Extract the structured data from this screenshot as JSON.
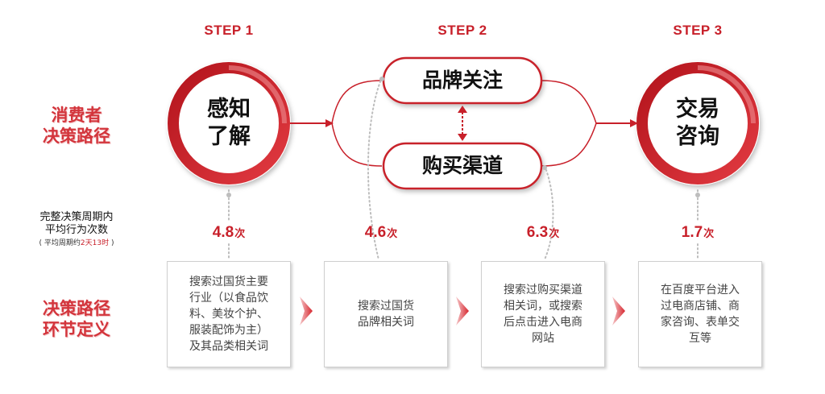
{
  "steps": [
    {
      "label": "STEP 1",
      "circle_lines": [
        "感知",
        "了解"
      ]
    },
    {
      "label": "STEP 2",
      "pill_top": "品牌关注",
      "pill_bottom": "购买渠道"
    },
    {
      "label": "STEP 3",
      "circle_lines": [
        "交易",
        "咨询"
      ]
    }
  ],
  "side_labels": {
    "path_title": [
      "消费者",
      "决策路径"
    ],
    "definition_title": [
      "决策路径",
      "环节定义"
    ]
  },
  "frequency": {
    "line1": "完整决策周期内",
    "line2": "平均行为次数",
    "note_prefix": "( 平均周期约",
    "note_highlight": "2天13时",
    "note_suffix": " )"
  },
  "counts": [
    {
      "value": "4.8",
      "unit": "次"
    },
    {
      "value": "4.6",
      "unit": "次"
    },
    {
      "value": "6.3",
      "unit": "次"
    },
    {
      "value": "1.7",
      "unit": "次"
    }
  ],
  "definitions": [
    "搜索过国货主要\n行业（以食品饮\n料、美妆个护、\n服装配饰为主）\n及其品类相关词",
    "搜索过国货\n品牌相关词",
    "搜索过购买渠道\n相关词，或搜索\n后点击进入电商\n网站",
    "在百度平台进入\n过电商店铺、商\n家咨询、表单交\n互等"
  ],
  "colors": {
    "accent": "#c8202a",
    "ring_light": "#e96a6f",
    "gray_dots": "#bdbdbd"
  }
}
